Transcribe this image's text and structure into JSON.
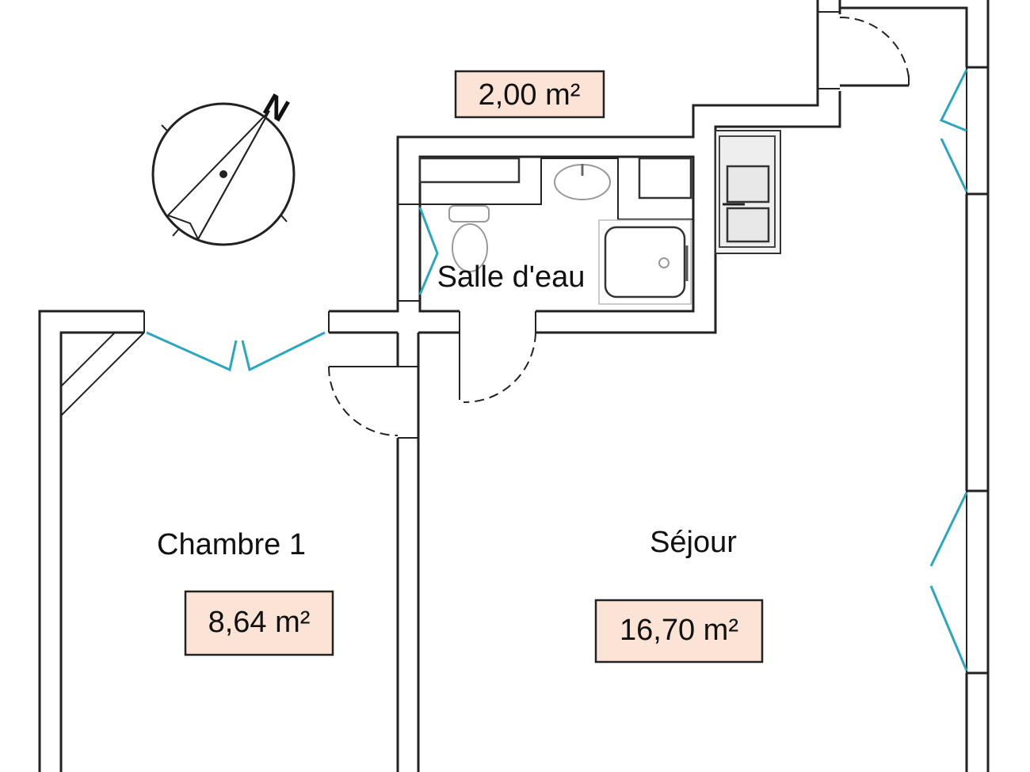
{
  "rooms": [
    {
      "name": "Salle d'eau",
      "area": "2,00 m²"
    },
    {
      "name": "Chambre 1",
      "area": "8,64 m²"
    },
    {
      "name": "Séjour",
      "area": "16,70 m²"
    }
  ],
  "compass": {
    "label": "N"
  },
  "colors": {
    "wall": "#222222",
    "window": "#2aa7c0",
    "area_box": "#fbe4d5"
  }
}
